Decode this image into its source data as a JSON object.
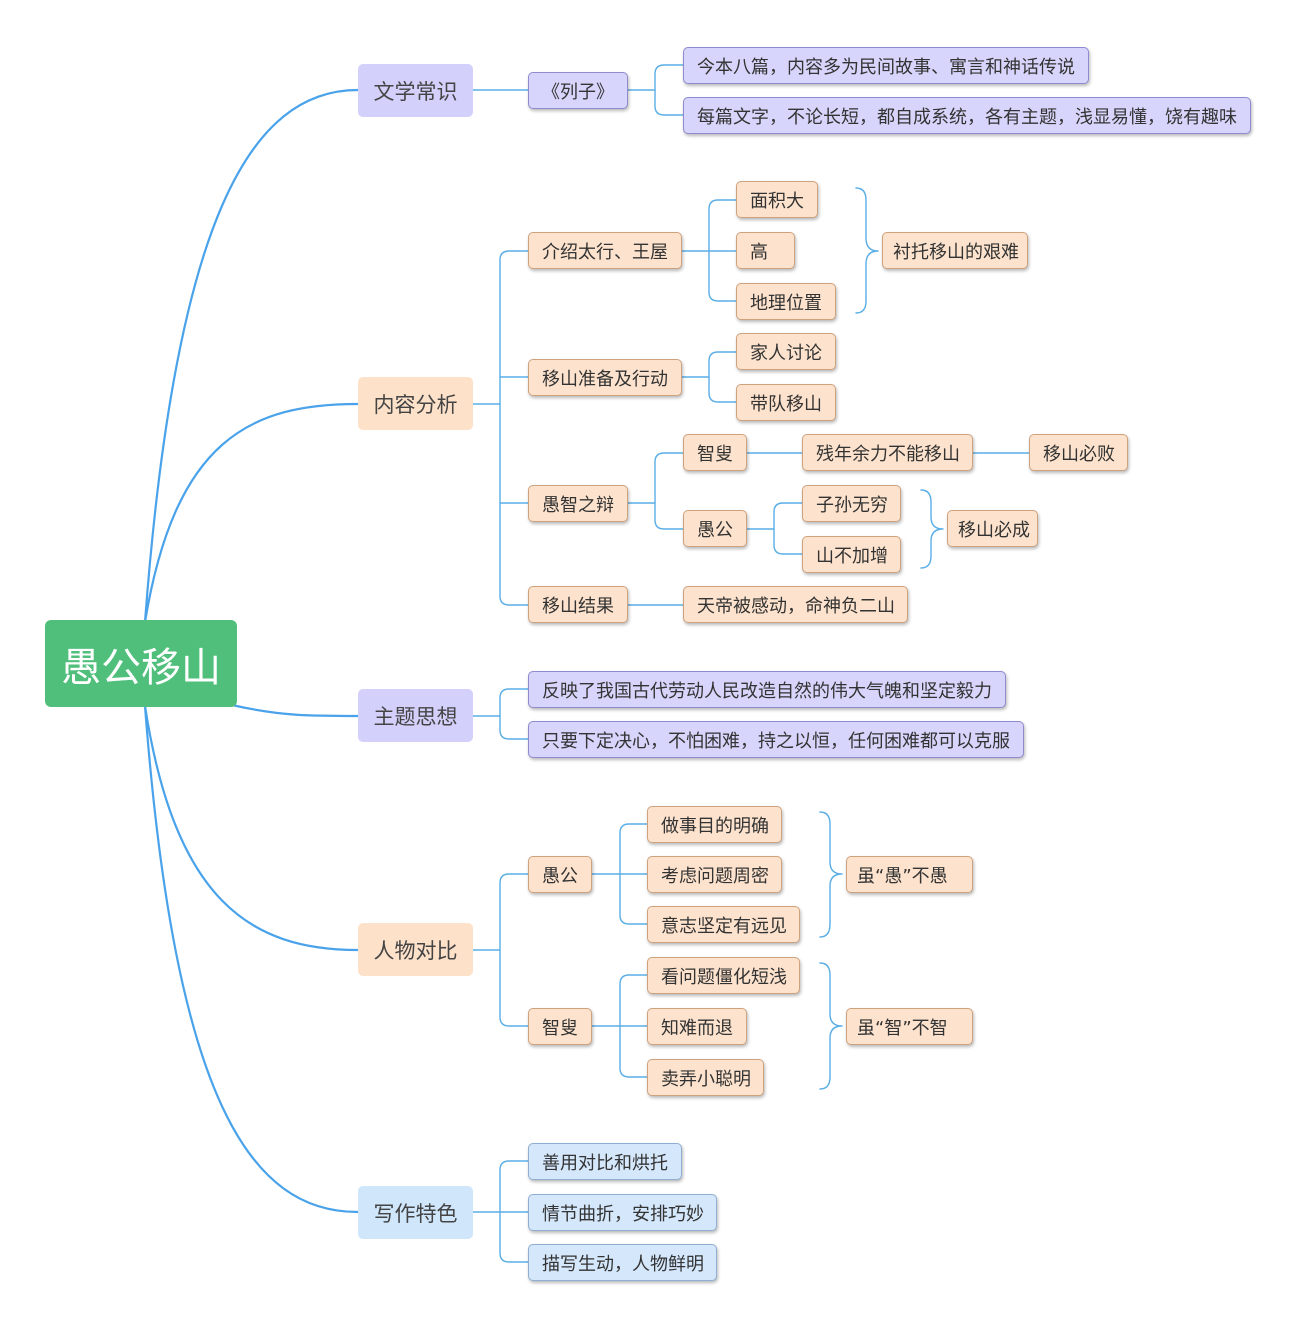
{
  "colors": {
    "root_bg": "#4fbf7b",
    "branch_line": "#4aa3ea",
    "purple_fill": "#d7d5fb",
    "orange_fill": "#fde3cd",
    "blue_fill": "#d4e7fb"
  },
  "root": "愚公移山",
  "literature": {
    "title": "文学常识",
    "book": "《列子》",
    "notes": [
      "今本八篇，内容多为民间故事、寓言和神话传说",
      "每篇文字，不论长短，都自成系统，各有主题，浅显易懂，饶有趣味"
    ]
  },
  "content": {
    "title": "内容分析",
    "intro": {
      "label": "介绍太行、王屋",
      "items": [
        "面积大",
        "高",
        "地理位置"
      ],
      "summary": "衬托移山的艰难"
    },
    "prep": {
      "label": "移山准备及行动",
      "items": [
        "家人讨论",
        "带队移山"
      ]
    },
    "debate": {
      "label": "愚智之辩",
      "zhisou": {
        "label": "智叟",
        "reason": "残年余力不能移山",
        "result": "移山必败"
      },
      "yugong": {
        "label": "愚公",
        "reasons": [
          "子孙无穷",
          "山不加增"
        ],
        "result": "移山必成"
      }
    },
    "result": {
      "label": "移山结果",
      "detail": "天帝被感动，命神负二山"
    }
  },
  "theme": {
    "title": "主题思想",
    "items": [
      "反映了我国古代劳动人民改造自然的伟大气魄和坚定毅力",
      "只要下定决心，不怕困难，持之以恒，任何困难都可以克服"
    ]
  },
  "characters": {
    "title": "人物对比",
    "yugong": {
      "label": "愚公",
      "traits": [
        "做事目的明确",
        "考虑问题周密",
        "意志坚定有远见"
      ],
      "summary": "虽“愚”不愚"
    },
    "zhisou": {
      "label": "智叟",
      "traits": [
        "看问题僵化短浅",
        "知难而退",
        "卖弄小聪明"
      ],
      "summary": "虽“智”不智"
    }
  },
  "writing": {
    "title": "写作特色",
    "items": [
      "善用对比和烘托",
      "情节曲折，安排巧妙",
      "描写生动，人物鲜明"
    ]
  }
}
